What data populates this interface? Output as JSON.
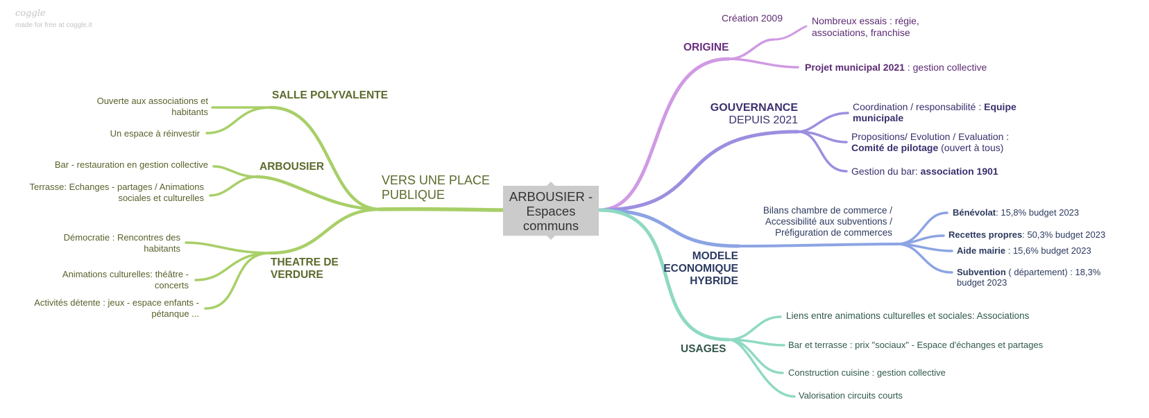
{
  "watermark": {
    "logo": "coggle",
    "subtitle": "made for free at coggle.it"
  },
  "center": {
    "title": "ARBOUSIER - Espaces communs"
  },
  "colors": {
    "green": "#a8cf68",
    "violet": "#d09ae3",
    "indigo": "#9b8fe0",
    "blue": "#8ca4e3",
    "teal": "#8fd9c3"
  },
  "left": {
    "trunk": "VERS UNE PLACE PUBLIQUE",
    "branches": [
      {
        "label": "SALLE POLYVALENTE",
        "items": [
          "Ouverte aux associations et habitants",
          "Un espace à réinvestir"
        ]
      },
      {
        "label": "ARBOUSIER",
        "items": [
          "Bar - restauration en gestion collective",
          "Terrasse: Echanges - partages / Animations sociales et culturelles"
        ]
      },
      {
        "label": "THEATRE DE VERDURE",
        "items": [
          "Démocratie : Rencontres des habitants",
          "Animations culturelles: théâtre - concerts",
          "Activités détente : jeux - espace enfants - pétanque ..."
        ]
      }
    ]
  },
  "right": {
    "origine": {
      "label": "ORIGINE",
      "sub": "Création 2009",
      "sub_item": "Nombreux essais : régie, associations, franchise",
      "item_bold": "Projet municipal 2021",
      "item_rest": " : gestion collective"
    },
    "gouvernance": {
      "label_bold": "GOUVERNANCE",
      "label_rest": "DEPUIS 2021",
      "items": [
        {
          "pre": "Coordination / responsabilité : ",
          "bold": "Equipe municipale",
          "post": ""
        },
        {
          "pre": "Propositions/ Evolution / Evaluation : ",
          "bold": "Comité de pilotage",
          "post": " (ouvert à tous)"
        },
        {
          "pre": "Gestion du bar: ",
          "bold": "association 1901",
          "post": ""
        }
      ]
    },
    "modele": {
      "label": "MODELE ECONOMIQUE HYBRIDE",
      "sub": "Bilans chambre de commerce / Accessibilité aux subventions / Préfiguration de commerces",
      "items": [
        {
          "bold": "Bénévolat",
          "rest": ": 15,8% budget 2023"
        },
        {
          "bold": "Recettes propres",
          "rest": ": 50,3% budget 2023"
        },
        {
          "bold": "Aide mairie",
          "rest": " : 15,6% budget 2023"
        },
        {
          "bold": "Subvention",
          "rest": " ( département) : 18,3% budget 2023"
        }
      ]
    },
    "usages": {
      "label": "USAGES",
      "items": [
        "Liens entre animations culturelles et sociales: Associations",
        "Bar et terrasse : prix \"sociaux\" - Espace d'échanges et partages",
        "Construction cuisine : gestion collective",
        "Valorisation circuits courts"
      ]
    }
  }
}
